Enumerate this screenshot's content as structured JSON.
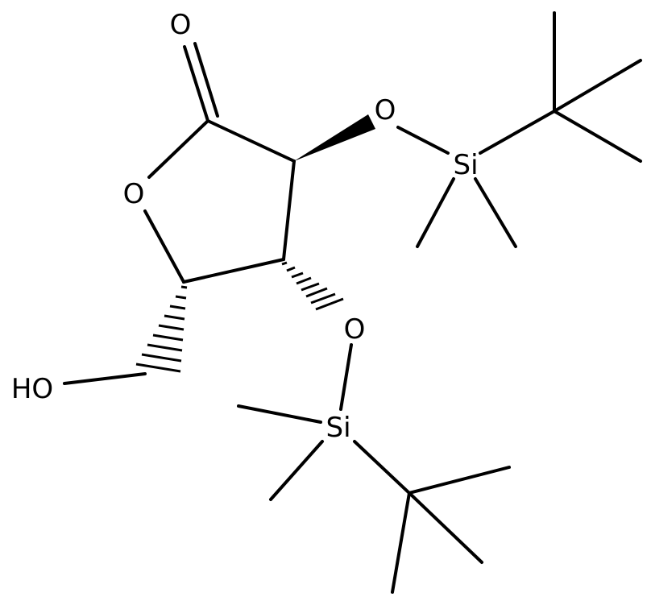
{
  "atoms": {
    "carbonyl_oxygen": "O",
    "ring_oxygen": "O",
    "silyl_ether_oxygen_1": "O",
    "silicon_1": "Si",
    "silyl_ether_oxygen_2": "O",
    "silicon_2": "Si",
    "hydroxyl": "HO"
  },
  "colors": {
    "ink": "#000000",
    "background": "#ffffff"
  }
}
